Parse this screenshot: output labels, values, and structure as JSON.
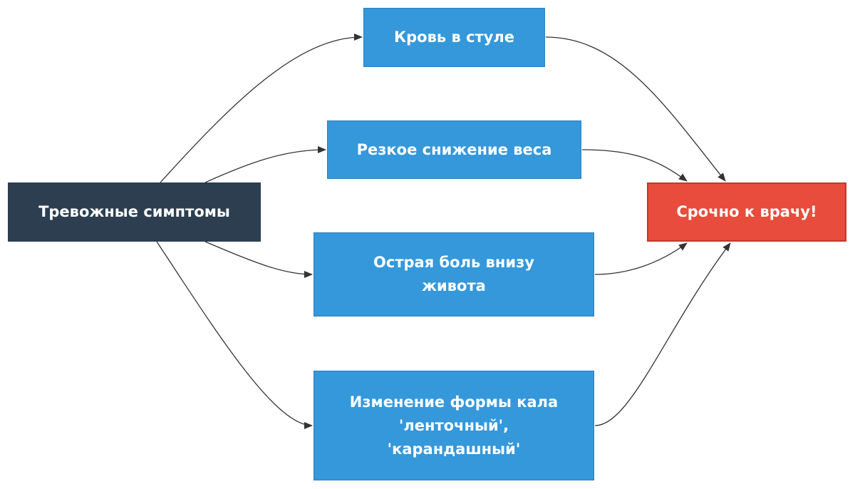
{
  "diagram": {
    "source": {
      "label": "Тревожные симптомы",
      "color": "#2c3e50"
    },
    "symptoms": [
      {
        "lines": [
          "Кровь в стуле"
        ]
      },
      {
        "lines": [
          "Резкое снижение веса"
        ]
      },
      {
        "lines": [
          "Острая боль внизу",
          "живота"
        ]
      },
      {
        "lines": [
          "Изменение формы кала",
          "'ленточный',",
          "'карандашный'"
        ]
      }
    ],
    "symptom_color": "#3498db",
    "target": {
      "label": "Срочно к врачу!",
      "color": "#e74c3c"
    },
    "edge_color": "#333333",
    "edges": [
      {
        "from": "source",
        "to": "symptom-1"
      },
      {
        "from": "source",
        "to": "symptom-2"
      },
      {
        "from": "source",
        "to": "symptom-3"
      },
      {
        "from": "source",
        "to": "symptom-4"
      },
      {
        "from": "symptom-1",
        "to": "target"
      },
      {
        "from": "symptom-2",
        "to": "target"
      },
      {
        "from": "symptom-3",
        "to": "target"
      },
      {
        "from": "symptom-4",
        "to": "target"
      }
    ]
  }
}
